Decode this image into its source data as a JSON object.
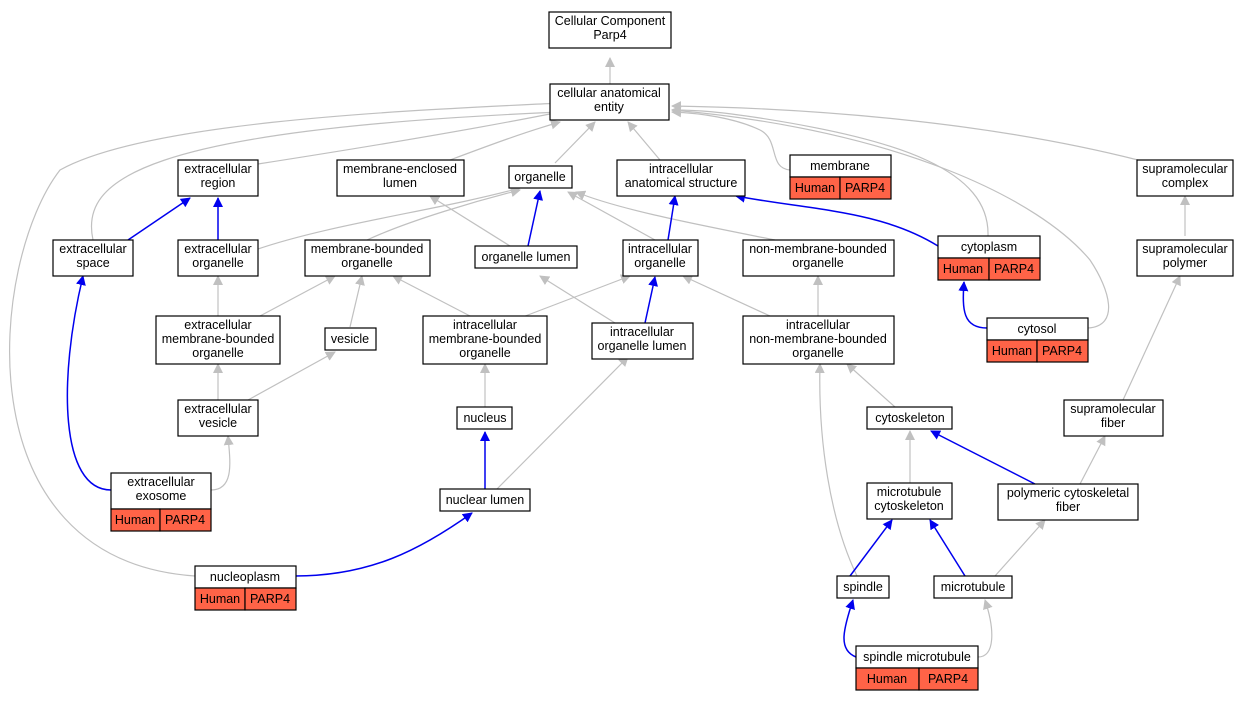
{
  "colors": {
    "badge_fill": "#ff6347",
    "is_a_edge": "#c0c0c0",
    "part_of_edge": "#0000ee"
  },
  "root": {
    "line1": "Cellular Component",
    "line2": "Parp4"
  },
  "terms": {
    "cellular_anatomical_entity": [
      "cellular anatomical",
      "entity"
    ],
    "extracellular_region": [
      "extracellular",
      "region"
    ],
    "membrane_enclosed_lumen": [
      "membrane-enclosed",
      "lumen"
    ],
    "organelle": [
      "organelle"
    ],
    "intracellular_anatomical_structure": [
      "intracellular",
      "anatomical structure"
    ],
    "membrane": [
      "membrane"
    ],
    "supramolecular_complex": [
      "supramolecular",
      "complex"
    ],
    "extracellular_space": [
      "extracellular",
      "space"
    ],
    "extracellular_organelle": [
      "extracellular",
      "organelle"
    ],
    "membrane_bounded_organelle": [
      "membrane-bounded",
      "organelle"
    ],
    "organelle_lumen": [
      "organelle lumen"
    ],
    "intracellular_organelle": [
      "intracellular",
      "organelle"
    ],
    "non_membrane_bounded_organelle": [
      "non-membrane-bounded",
      "organelle"
    ],
    "cytoplasm": [
      "cytoplasm"
    ],
    "supramolecular_polymer": [
      "supramolecular",
      "polymer"
    ],
    "extracellular_membrane_bounded_organelle": [
      "extracellular",
      "membrane-bounded",
      "organelle"
    ],
    "vesicle": [
      "vesicle"
    ],
    "intracellular_membrane_bounded_organelle": [
      "intracellular",
      "membrane-bounded",
      "organelle"
    ],
    "intracellular_organelle_lumen": [
      "intracellular",
      "organelle lumen"
    ],
    "intracellular_non_membrane_bounded_organelle": [
      "intracellular",
      "non-membrane-bounded",
      "organelle"
    ],
    "cytosol": [
      "cytosol"
    ],
    "extracellular_vesicle": [
      "extracellular",
      "vesicle"
    ],
    "nucleus": [
      "nucleus"
    ],
    "cytoskeleton": [
      "cytoskeleton"
    ],
    "supramolecular_fiber": [
      "supramolecular",
      "fiber"
    ],
    "extracellular_exosome": [
      "extracellular",
      "exosome"
    ],
    "nuclear_lumen": [
      "nuclear lumen"
    ],
    "microtubule_cytoskeleton": [
      "microtubule",
      "cytoskeleton"
    ],
    "polymeric_cytoskeletal_fiber": [
      "polymeric cytoskeletal",
      "fiber"
    ],
    "nucleoplasm": [
      "nucleoplasm"
    ],
    "spindle": [
      "spindle"
    ],
    "microtubule": [
      "microtubule"
    ],
    "spindle_microtubule": [
      "spindle microtubule"
    ]
  },
  "annotations": {
    "membrane": {
      "species": "Human",
      "gene": "PARP4"
    },
    "cytoplasm": {
      "species": "Human",
      "gene": "PARP4"
    },
    "cytosol": {
      "species": "Human",
      "gene": "PARP4"
    },
    "extracellular_exosome": {
      "species": "Human",
      "gene": "PARP4"
    },
    "nucleoplasm": {
      "species": "Human",
      "gene": "PARP4"
    },
    "spindle_microtubule": {
      "species": "Human",
      "gene": "PARP4"
    }
  }
}
